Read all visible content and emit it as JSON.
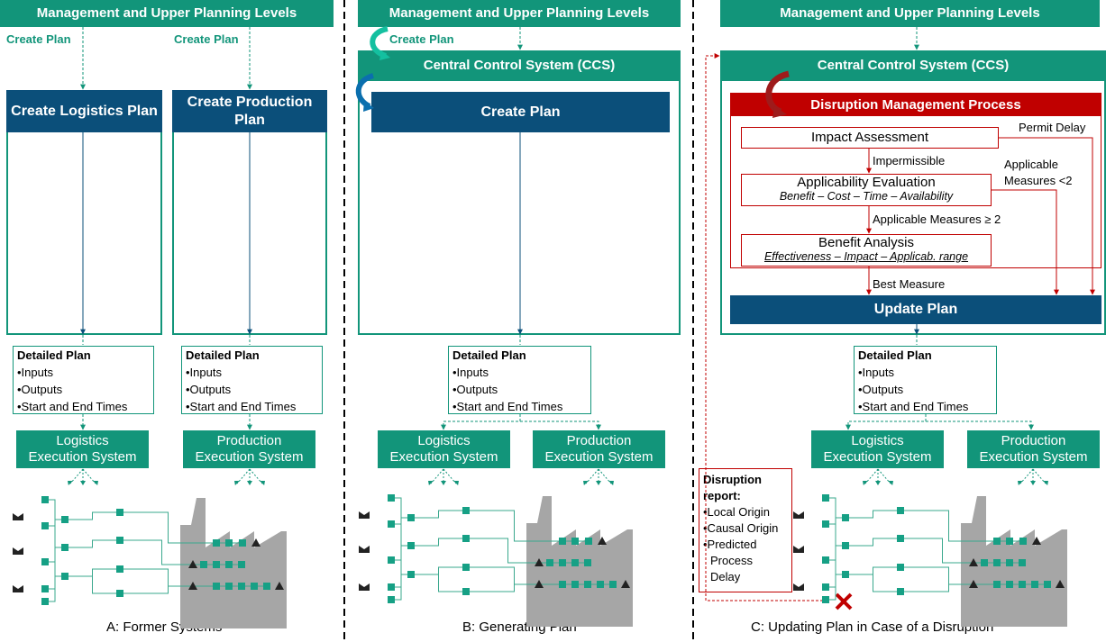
{
  "panel_a": {
    "mgmt": "Management and Upper Planning Levels",
    "create_plan_left": "Create Plan",
    "create_plan_right": "Create Plan",
    "logistics_plan": "Create Logistics Plan",
    "production_plan": "Create Production Plan",
    "plan_left": {
      "title": "Detailed Plan",
      "items": [
        "•Inputs",
        "•Outputs",
        "•Start and End Times"
      ]
    },
    "plan_right": {
      "title": "Detailed Plan",
      "items": [
        "•Inputs",
        "•Outputs",
        "•Start and End Times"
      ]
    },
    "exec_left": [
      "Logistics",
      "Execution System"
    ],
    "exec_right": [
      "Production",
      "Execution System"
    ],
    "caption": "A: Former Systems"
  },
  "panel_b": {
    "mgmt": "Management and Upper Planning Levels",
    "create_plan_label": "Create Plan",
    "ccs": "Central Control System (CCS)",
    "create_plan": "Create Plan",
    "plan": {
      "title": "Detailed Plan",
      "items": [
        "•Inputs",
        "•Outputs",
        "•Start and End Times"
      ]
    },
    "exec_left": [
      "Logistics",
      "Execution System"
    ],
    "exec_right": [
      "Production",
      "Execution System"
    ],
    "caption": "B: Generating Plan"
  },
  "panel_c": {
    "mgmt": "Management and Upper Planning Levels",
    "ccs": "Central Control System (CCS)",
    "dmp": "Disruption Management Process",
    "impact": "Impact Assessment",
    "permit_delay": "Permit Delay",
    "impermissible": "Impermissible",
    "applicable_lt": [
      "Applicable",
      "Measures <2"
    ],
    "applicability": "Applicability Evaluation",
    "applicability_sub": "Benefit – Cost – Time – Availability",
    "applicable_ge": "Applicable Measures ≥ 2",
    "benefit": "Benefit Analysis",
    "benefit_sub": "Effectiveness – Impact – Applicab. range",
    "best_measure": "Best Measure",
    "update_plan": "Update Plan",
    "plan": {
      "title": "Detailed Plan",
      "items": [
        "•Inputs",
        "•Outputs",
        "•Start and End Times"
      ]
    },
    "exec_left": [
      "Logistics",
      "Execution System"
    ],
    "exec_right": [
      "Production",
      "Execution System"
    ],
    "report": {
      "title": [
        "Disruption",
        "report:"
      ],
      "items": [
        "•Local Origin",
        "•Causal Origin",
        "•Predicted",
        "Process",
        "Delay"
      ]
    },
    "caption": "C: Updating Plan in Case of a Disruption"
  },
  "colors": {
    "teal": "#12957a",
    "navy": "#0b4f7a",
    "red": "#c00000",
    "gray": "#a6a6a6"
  }
}
